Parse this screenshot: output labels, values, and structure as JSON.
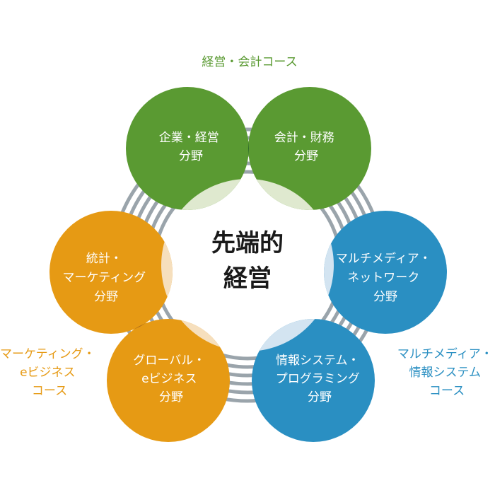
{
  "center": {
    "line1": "先端的",
    "line2": "経営"
  },
  "courses": [
    {
      "id": "green",
      "label": [
        "経営・会計コース"
      ],
      "color": "#5a9a32"
    },
    {
      "id": "orange",
      "label": [
        "マーケティング・",
        "eビジネス",
        "コース"
      ],
      "color": "#e69a14"
    },
    {
      "id": "blue",
      "label": [
        "マルチメディア・",
        "情報システム",
        "コース"
      ],
      "color": "#2a8fc2"
    }
  ],
  "fields": [
    {
      "id": "corporate",
      "label": [
        "企業・経営",
        "分野"
      ],
      "color": "#5a9a32"
    },
    {
      "id": "accounting",
      "label": [
        "会計・財務",
        "分野"
      ],
      "color": "#5a9a32"
    },
    {
      "id": "marketing",
      "label": [
        "統計・",
        "マーケティング",
        "分野"
      ],
      "color": "#e69a14"
    },
    {
      "id": "global",
      "label": [
        "グローバル・",
        "eビジネス",
        "分野"
      ],
      "color": "#e69a14"
    },
    {
      "id": "multimedia",
      "label": [
        "マルチメディア・",
        "ネットワーク",
        "分野"
      ],
      "color": "#2a8fc2"
    },
    {
      "id": "infosys",
      "label": [
        "情報システム・",
        "プログラミング",
        "分野"
      ],
      "color": "#2a8fc2"
    }
  ],
  "colors": {
    "ring": "#9aa4ab",
    "overlap_green": "#2f6a2a",
    "overlap_orange": "#a8681a",
    "overlap_blue": "#1a6c9a",
    "light_green": "#dfe9cf",
    "light_orange": "#f6dfbd",
    "light_blue": "#d3e4f1"
  }
}
